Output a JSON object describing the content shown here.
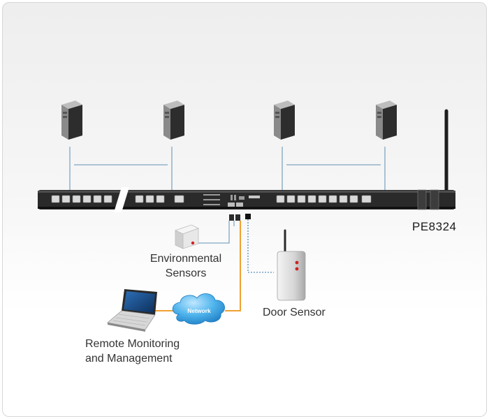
{
  "device": {
    "model": "PE8324"
  },
  "labels": {
    "environmental_sensors": [
      "Environmental",
      "Sensors"
    ],
    "door_sensor": "Door Sensor",
    "network": "Network",
    "remote": [
      "Remote Monitoring",
      "and Management"
    ]
  },
  "colors": {
    "pdu_body": "#2a2a2a",
    "server_link": "#7fa7c2",
    "network_link": "#f0a030",
    "sensor_link": "#5a8fb8",
    "cloud": "#3aa0e0"
  },
  "icons": [
    "server-icon",
    "server-icon",
    "server-icon",
    "server-icon",
    "antenna-icon",
    "environmental-sensor-icon",
    "door-sensor-icon",
    "laptop-icon",
    "network-cloud-icon"
  ]
}
